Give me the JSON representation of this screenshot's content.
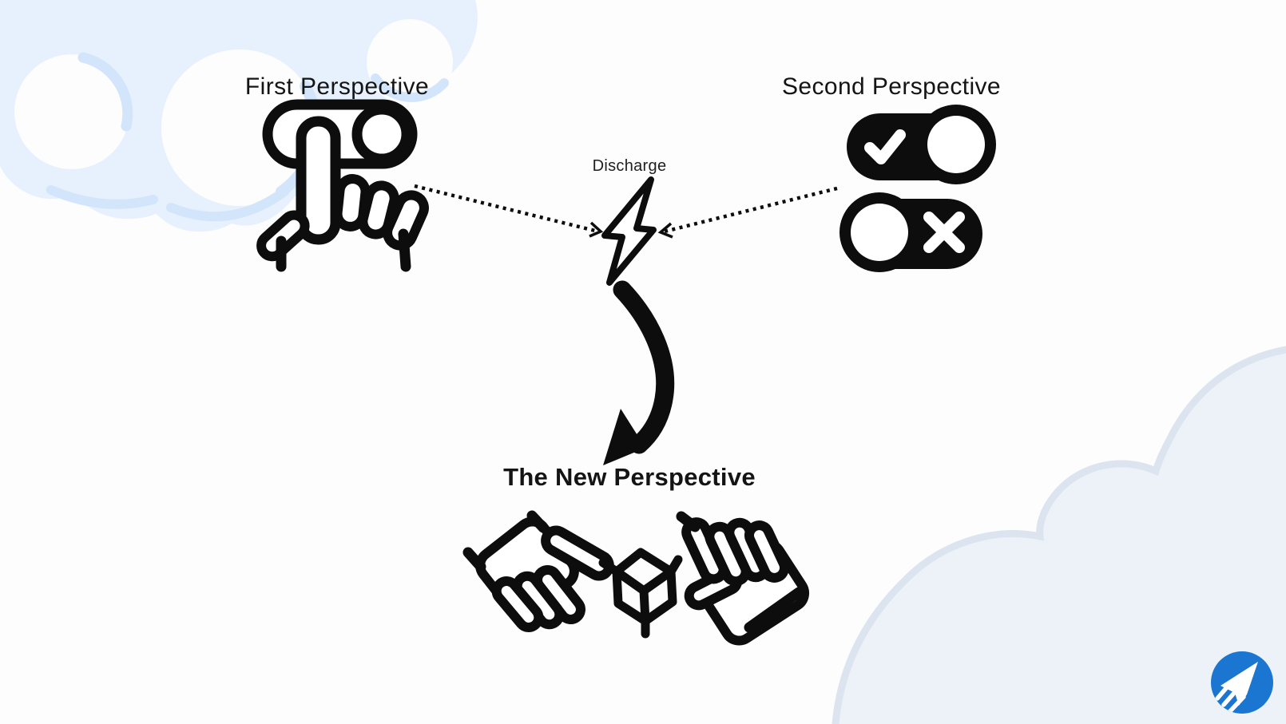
{
  "diagram": {
    "title_first": "First Perspective",
    "title_second": "Second Perspective",
    "label_discharge": "Discharge",
    "title_new": "The New Perspective"
  },
  "icons": [
    "tap-toggle-icon",
    "toggle-on-check-icon",
    "toggle-off-x-icon",
    "lightning-bolt-icon",
    "dotted-arrow-left",
    "dotted-arrow-right",
    "curved-arrow-icon",
    "hand-left-icon",
    "cube-3d-icon",
    "hand-right-icon",
    "cloud-top-left",
    "cloud-bottom-right",
    "paper-plane-logo"
  ],
  "colors": {
    "ink": "#0d0d0d",
    "background": "#fdfdfe",
    "cloud_light": "#e7f1fd",
    "cloud_shade": "#d3e5fa",
    "cloud_bottom_fill": "#edf2f8",
    "cloud_bottom_edge": "#dce5ef",
    "logo_blue": "#1b76d2"
  }
}
